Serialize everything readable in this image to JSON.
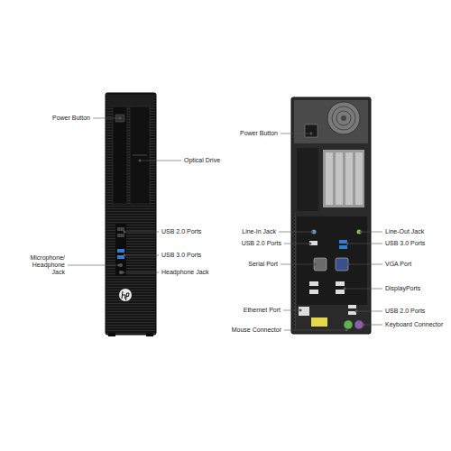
{
  "diagram": {
    "labels": [
      "Power Button",
      "Optical Drive",
      "USB 2.0 Ports",
      "Microphone/ Headphone Jack",
      "USB 3.0 Ports",
      "Headphone Jack",
      "Power Button",
      "Line-In Jack",
      "Line-Out Jack",
      "USB 2.0 Ports",
      "USB 3.0 Ports",
      "Serial Port",
      "VGA Port",
      "DisplayPorts",
      "Ethernet Port",
      "USB 2.0 Ports",
      "Mouse Connector",
      "Keyboard Connector"
    ]
  }
}
